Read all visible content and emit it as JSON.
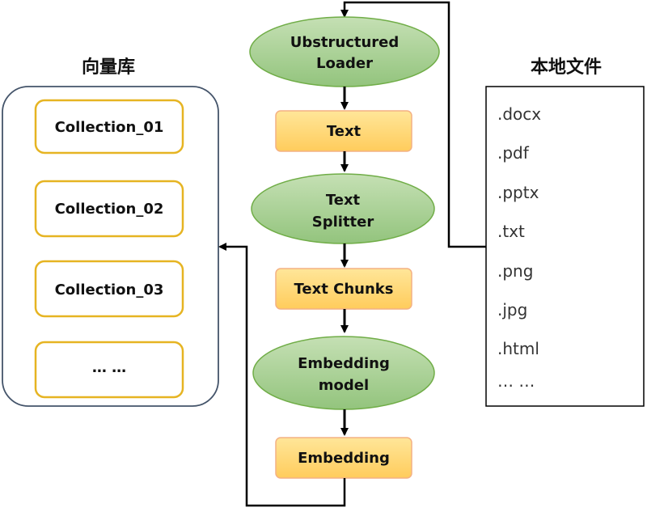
{
  "vector_store": {
    "title": "向量库",
    "collections": [
      "Collection_01",
      "Collection_02",
      "Collection_03",
      "… …"
    ]
  },
  "local_files": {
    "title": "本地文件",
    "extensions": [
      ".docx",
      ".pdf",
      ".pptx",
      ".txt",
      ".png",
      ".jpg",
      ".html",
      "… …"
    ]
  },
  "pipeline": {
    "loader": [
      "Ubstructured",
      "Loader"
    ],
    "text": "Text",
    "splitter": [
      "Text",
      "Splitter"
    ],
    "chunks": "Text Chunks",
    "embedding_model": [
      "Embedding",
      "model"
    ],
    "embedding": "Embedding"
  },
  "colors": {
    "ellipse_fill": "#a9d18e",
    "ellipse_stroke": "#70ad47",
    "rect_fill": "#ffd966",
    "rect_stroke": "#f4b183",
    "collection_border": "#e6b422",
    "store_border": "#44546a",
    "arrow": "#000000"
  }
}
